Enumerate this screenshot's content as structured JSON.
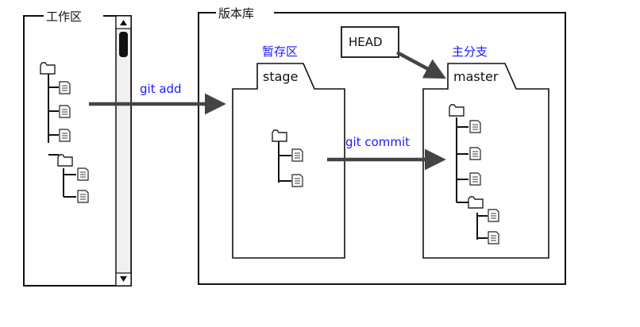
{
  "workspace": {
    "title": "工作区"
  },
  "repository": {
    "title": "版本库"
  },
  "stage": {
    "caption": "暂存区",
    "tab_label": "stage"
  },
  "branch": {
    "caption": "主分支",
    "tab_label": "master"
  },
  "head": {
    "label": "HEAD"
  },
  "arrows": {
    "add_label": "git add",
    "commit_label": "git commit"
  },
  "colors": {
    "blue_text": "#1a1aff",
    "arrow": "#444444",
    "line": "#111111"
  },
  "icons": {
    "folder": "folder-icon",
    "file": "file-icon",
    "scroll_up": "triangle-up-icon",
    "scroll_down": "triangle-down-icon"
  }
}
